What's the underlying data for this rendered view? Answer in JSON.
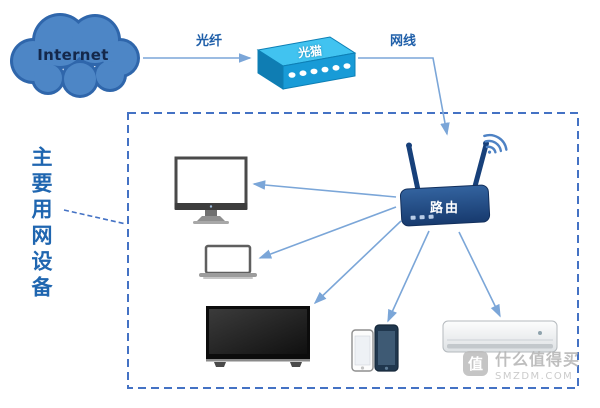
{
  "diagram": {
    "internet_label": "Internet",
    "fiber_label": "光纤",
    "modem_label": "光猫",
    "cable_label": "网线",
    "router_label": "路由",
    "group_label": "主要用网设备"
  },
  "watermark": {
    "logo_char": "值",
    "brand": "什么值得买",
    "domain": "SMZDM.COM"
  },
  "colors": {
    "cloud_blue": "#4d86c6",
    "cloud_outline": "#2f66ab",
    "modem_top": "#41c3f0",
    "modem_front": "#189bd7",
    "router_blue": "#1d4a8a",
    "dashed_border": "#4472c4",
    "label_blue": "#1f5fa9",
    "arrow_blue": "#7ba6d8"
  }
}
